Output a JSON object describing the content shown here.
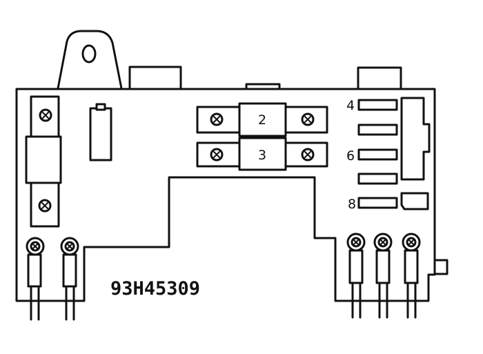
{
  "labels": {
    "fuse_2": "2",
    "fuse_3": "3",
    "fuse_4": "4",
    "fuse_6": "6",
    "fuse_8": "8"
  },
  "part_number": "93H45309",
  "colors": {
    "ink": "#111111",
    "paper": "#ffffff"
  }
}
